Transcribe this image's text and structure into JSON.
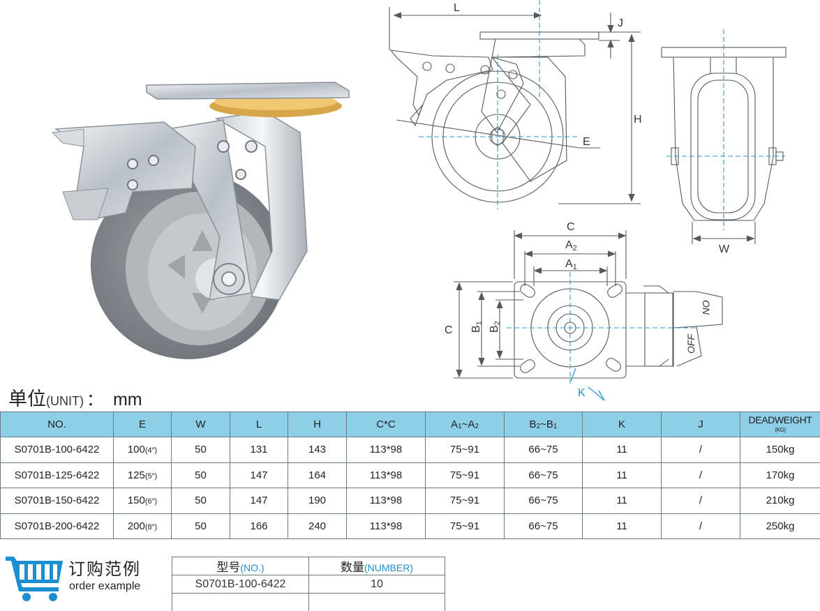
{
  "unit": {
    "label_cn": "单位",
    "label_en": "(UNIT)",
    "colon": "：",
    "value": "mm"
  },
  "dimension_labels": {
    "L": "L",
    "J": "J",
    "H": "H",
    "E": "E",
    "W": "W",
    "C": "C",
    "A2": "A",
    "A2_sub": "2",
    "A1": "A",
    "A1_sub": "1",
    "B1": "B",
    "B1_sub": "1",
    "B2": "B",
    "B2_sub": "2",
    "K": "K",
    "on": "ON",
    "off": "OFF"
  },
  "table": {
    "headers": {
      "no": "NO.",
      "e": "E",
      "w": "W",
      "l": "L",
      "h": "H",
      "cc": "C*C",
      "a_main": "A",
      "a_sub1": "1",
      "a_sep": "~A",
      "a_sub2": "2",
      "b_main": "B",
      "b_sub1": "2",
      "b_sep": "~B",
      "b_sub2": "1",
      "k": "K",
      "j": "J",
      "deadweight": "DEADWEIGHT",
      "deadweight_unit": "(KG)"
    },
    "rows": [
      {
        "no": "S0701B-100-6422",
        "e": "100",
        "e_inch": "(4″)",
        "w": "50",
        "l": "131",
        "h": "143",
        "cc": "113*98",
        "a": "75~91",
        "b": "66~75",
        "k": "11",
        "j": "/",
        "dw": "150kg"
      },
      {
        "no": "S0701B-125-6422",
        "e": "125",
        "e_inch": "(5″)",
        "w": "50",
        "l": "147",
        "h": "164",
        "cc": "113*98",
        "a": "75~91",
        "b": "66~75",
        "k": "11",
        "j": "/",
        "dw": "170kg"
      },
      {
        "no": "S0701B-150-6422",
        "e": "150",
        "e_inch": "(6″)",
        "w": "50",
        "l": "147",
        "h": "190",
        "cc": "113*98",
        "a": "75~91",
        "b": "66~75",
        "k": "11",
        "j": "/",
        "dw": "210kg"
      },
      {
        "no": "S0701B-200-6422",
        "e": "200",
        "e_inch": "(8″)",
        "w": "50",
        "l": "166",
        "h": "240",
        "cc": "113*98",
        "a": "75~91",
        "b": "66~75",
        "k": "11",
        "j": "/",
        "dw": "250kg"
      }
    ]
  },
  "order_example": {
    "icon": "shopping-cart-icon",
    "title_cn": "订购范例",
    "title_en": "order example",
    "col1_cn": "型号",
    "col1_en": "(NO.)",
    "col2_cn": "数量",
    "col2_en": "(NUMBER)",
    "row": {
      "model": "S0701B-100-6422",
      "qty": "10"
    }
  },
  "colors": {
    "header_bg": "#8ecfe8",
    "accent_blue": "#1c8fd0",
    "border": "#6c7a80"
  }
}
